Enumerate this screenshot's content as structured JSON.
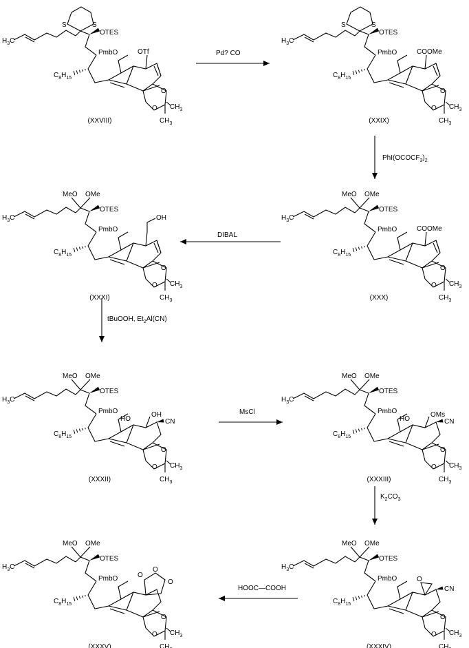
{
  "compounds": [
    {
      "id": "XXVIII",
      "label": "(XXVIII)",
      "chain": "H3C",
      "acetal": "dithiane",
      "s1": "S",
      "s2": "S",
      "otes": "OTES",
      "pmbo": "PmbO",
      "c8": "C8H15",
      "sub1": "OTf",
      "sub2": "",
      "extra": "",
      "ring": "none"
    },
    {
      "id": "XXIX",
      "label": "(XXIX)",
      "chain": "H3C",
      "acetal": "dithiane",
      "s1": "S",
      "s2": "S",
      "otes": "OTES",
      "pmbo": "PmbO",
      "c8": "C8H15",
      "sub1": "COOMe",
      "sub2": "",
      "extra": "",
      "ring": "none"
    },
    {
      "id": "XXXI",
      "label": "(XXXI)",
      "chain": "H3C",
      "acetal": "dimethyl",
      "m1": "MeO",
      "m2": "OMe",
      "otes": "OTES",
      "pmbo": "PmbO",
      "c8": "C8H15",
      "sub1": "OH",
      "sub2": "",
      "extra": "",
      "ring": "none"
    },
    {
      "id": "XXX",
      "label": "(XXX)",
      "chain": "H3C",
      "acetal": "dimethyl",
      "m1": "MeO",
      "m2": "OMe",
      "otes": "OTES",
      "pmbo": "PmbO",
      "c8": "C8H15",
      "sub1": "COOMe",
      "sub2": "",
      "extra": "",
      "ring": "none"
    },
    {
      "id": "XXXII",
      "label": "(XXXII)",
      "chain": "H3C",
      "acetal": "dimethyl",
      "m1": "MeO",
      "m2": "OMe",
      "otes": "OTES",
      "pmbo": "PmbO",
      "c8": "C8H15",
      "sub1": "HO",
      "sub2": "OH",
      "extra": "CN",
      "ring": "none"
    },
    {
      "id": "XXXIII",
      "label": "(XXXIII)",
      "chain": "H3C",
      "acetal": "dimethyl",
      "m1": "MeO",
      "m2": "OMe",
      "otes": "OTES",
      "pmbo": "PmbO",
      "c8": "C8H15",
      "sub1": "HO",
      "sub2": "OMs",
      "extra": "CN",
      "ring": "none"
    },
    {
      "id": "XXXV",
      "label": "(XXXV)",
      "chain": "H3C",
      "acetal": "dimethyl",
      "m1": "MeO",
      "m2": "OMe",
      "otes": "OTES",
      "pmbo": "PmbO",
      "c8": "C8H15",
      "sub1": "O",
      "sub2": "O",
      "extra": "O",
      "ring": "anhydride"
    },
    {
      "id": "XXXIV",
      "label": "(XXXIV)",
      "chain": "H3C",
      "acetal": "dimethyl",
      "m1": "MeO",
      "m2": "OMe",
      "otes": "OTES",
      "pmbo": "PmbO",
      "c8": "C8H15",
      "sub1": "O",
      "sub2": "",
      "extra": "CN",
      "ring": "epoxide"
    }
  ],
  "reagents": {
    "r1": "Pd? CO",
    "r2": "PhI(OCOCF3)2",
    "r3": "DIBAL",
    "r4": "tBuOOH, Et2Al(CN)",
    "r5": "MsCl",
    "r6": "K2CO3",
    "r7": "HOOC—COOH"
  },
  "common": {
    "o": "O",
    "ch3": "CH3"
  }
}
